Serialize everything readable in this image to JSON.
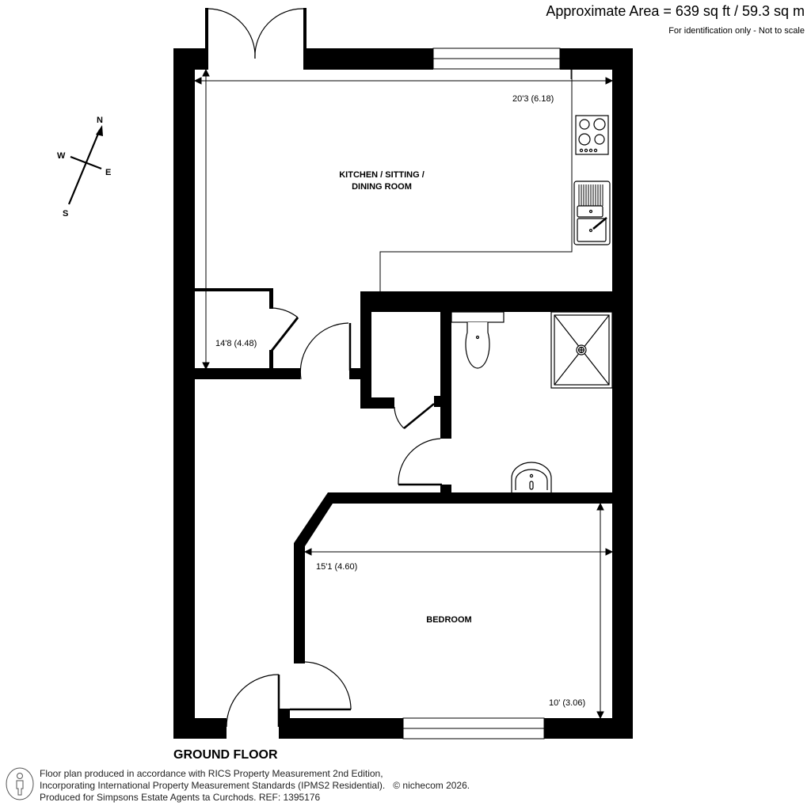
{
  "header": {
    "area_title": "Approximate Area = 639 sq ft / 59.3 sq m",
    "area_note": "For identification only - Not to scale"
  },
  "compass": {
    "north": "N",
    "south": "S",
    "east": "E",
    "west": "W"
  },
  "rooms": [
    {
      "name": "KITCHEN / SITTING /",
      "name_line2": "DINING ROOM"
    },
    {
      "name": "BEDROOM"
    }
  ],
  "dimensions": {
    "kitchen_width": "20'3 (6.18)",
    "kitchen_depth": "14'8 (4.48)",
    "bedroom_width": "15'1 (4.60)",
    "bedroom_depth": "10' (3.06)"
  },
  "floor": {
    "name": "GROUND FLOOR"
  },
  "footer": {
    "line1": "Floor plan produced in accordance with RICS Property Measurement 2nd Edition,",
    "line2": "Incorporating International Property Measurement Standards (IPMS2 Residential).",
    "brand": "© nichecom 2026.",
    "line3": "Produced for Simpsons Estate Agents ta Curchods.   REF: 1395176"
  },
  "colors": {
    "wall": "#000000",
    "background": "#ffffff"
  }
}
